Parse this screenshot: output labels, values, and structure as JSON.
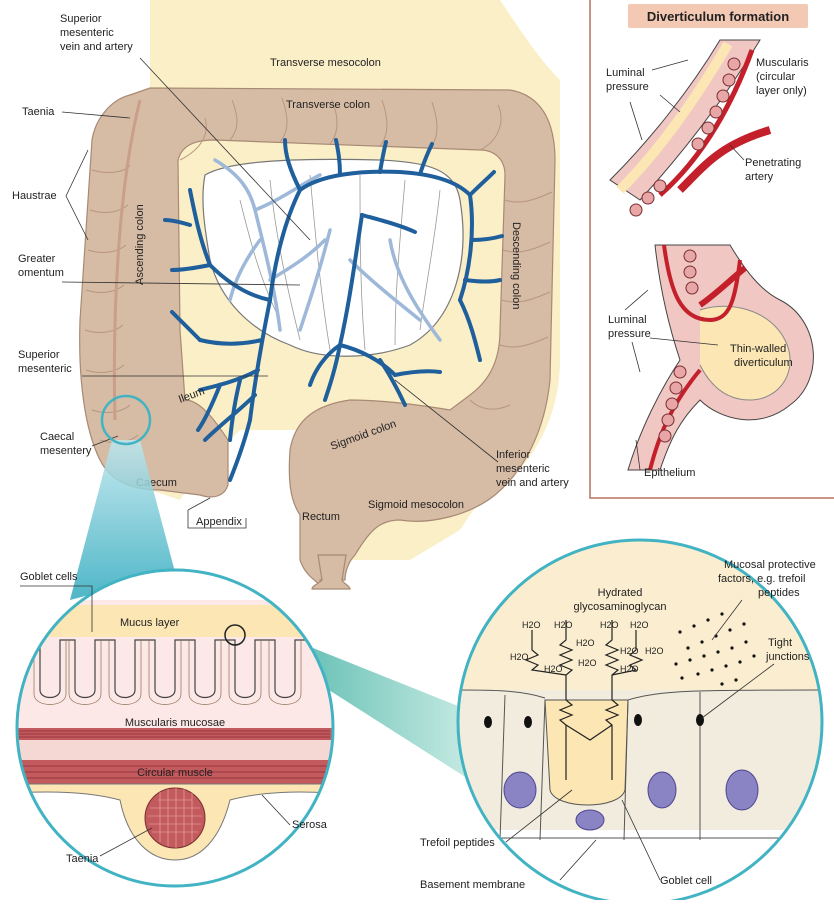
{
  "colon_labels": {
    "superior_vessels": [
      "Superior",
      "mesenteric",
      "vein and artery"
    ],
    "transverse_mesocolon": "Transverse mesocolon",
    "transverse_colon": "Transverse colon",
    "taenia": "Taenia",
    "haustrae": "Haustrae",
    "ascending_colon": "Ascending colon",
    "greater_omentum": [
      "Greater",
      "omentum"
    ],
    "descending_colon": "Descending colon",
    "superior_mesenteric": [
      "Superior",
      "mesenteric"
    ],
    "ileum": "Ileum",
    "caecal_mesentery": [
      "Caecal",
      "mesentery"
    ],
    "sigmoid_colon": "Sigmoid colon",
    "inferior_vessels": [
      "Inferior",
      "mesenteric",
      "vein and artery"
    ],
    "caecum": "Caecum",
    "appendix": "Appendix",
    "rectum": "Rectum",
    "sigmoid_mesocolon": "Sigmoid mesocolon"
  },
  "diverticulum_box": {
    "title": "Diverticulum formation",
    "luminal_pressure_1": [
      "Luminal",
      "pressure"
    ],
    "muscularis": [
      "Muscularis",
      "(circular",
      "layer only)"
    ],
    "penetrating_artery": [
      "Penetrating",
      "artery"
    ],
    "luminal_pressure_2": [
      "Luminal",
      "pressure"
    ],
    "thin_walled": [
      "Thin-walled",
      "diverticulum"
    ],
    "epithelium": "Epithelium"
  },
  "wall_section": {
    "goblet_cells": "Goblet cells",
    "mucus_layer": "Mucus layer",
    "muscularis_mucosae": "Muscularis mucosae",
    "circular_muscle": "Circular muscle",
    "serosa": "Serosa",
    "taenia": "Taenia"
  },
  "mucosa_detail": {
    "glycosaminoglycan": [
      "Hydrated",
      "glycosaminoglycan"
    ],
    "protective_factors": [
      "Mucosal protective",
      "factors, e.g. trefoil",
      "peptides"
    ],
    "tight_junctions": [
      "Tight",
      "junctions"
    ],
    "water_label": "H2O",
    "trefoil_peptides": "Trefoil peptides",
    "basement_membrane": "Basement membrane",
    "goblet_cell": "Goblet cell"
  },
  "colors": {
    "colon": "#d6bba5",
    "colon_dark": "#b99880",
    "mesentery": "#fbefc8",
    "vessel_dark": "#1f5f9c",
    "vessel_light": "#9db8d8",
    "muscle": "#c25a5e",
    "artery": "#c4202b",
    "pink_wall": "#f0c7c2",
    "cream": "#fbe6b4",
    "callout_teal": "#41b3c3",
    "cell_nucleus": "#8a83c4",
    "title_bg": "#f4c9b4",
    "box_border": "#b5705c"
  }
}
